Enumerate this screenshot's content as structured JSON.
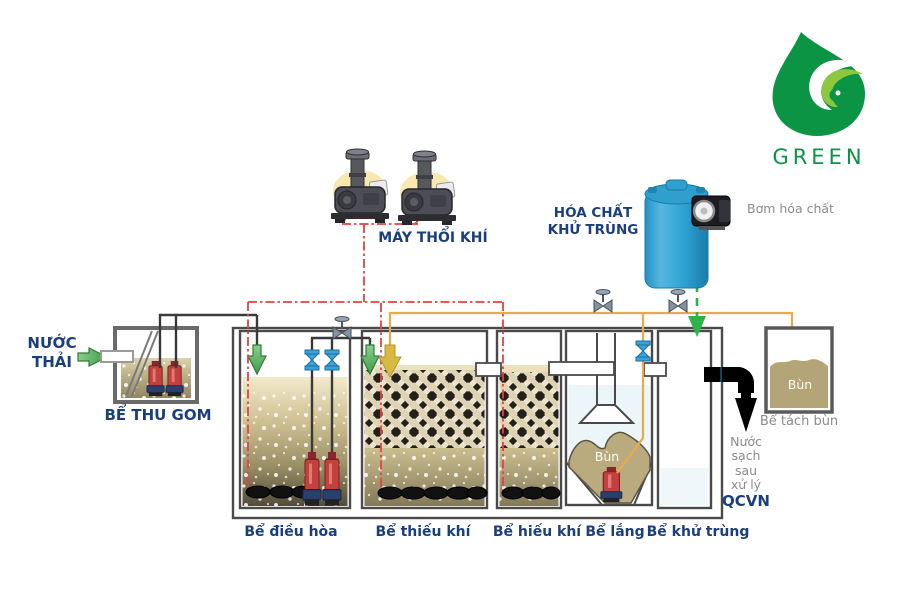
{
  "brand": {
    "name": "GREEN"
  },
  "influent": {
    "label": "NƯỚC\nTHẢI"
  },
  "collection_tank": {
    "label": "BỂ THU GOM"
  },
  "blowers": {
    "label": "MÁY THỔI KHÍ"
  },
  "chemical_system": {
    "tank_label": "HÓA CHẤT\nKHỬ TRÙNG",
    "pump_label": "Bơm hóa chất"
  },
  "process_tanks": {
    "equalization": "Bể điều hòa",
    "anoxic": "Bể thiếu khí",
    "aerobic": "Bể hiếu khí",
    "settling": "Bể lắng",
    "disinfection": "Bể khử trùng"
  },
  "sludge": {
    "settling_sludge_label": "Bùn",
    "separator_sludge_label": "Bùn",
    "separator_tank_label": "Bể tách bùn"
  },
  "effluent": {
    "description": "Nước\nsạch\nsau\nxử lý",
    "standard_label": "QCVN"
  },
  "colors": {
    "label_blue": "#1b3f7d",
    "gray_text": "#8c8c8c",
    "air_line_red": "#e0443e",
    "sludge_line_orange": "#e8aa4a",
    "chemical_line_green": "#2eb34a",
    "water_pipe_blue": "#29b0e0",
    "logo_green": "#0a9444"
  }
}
